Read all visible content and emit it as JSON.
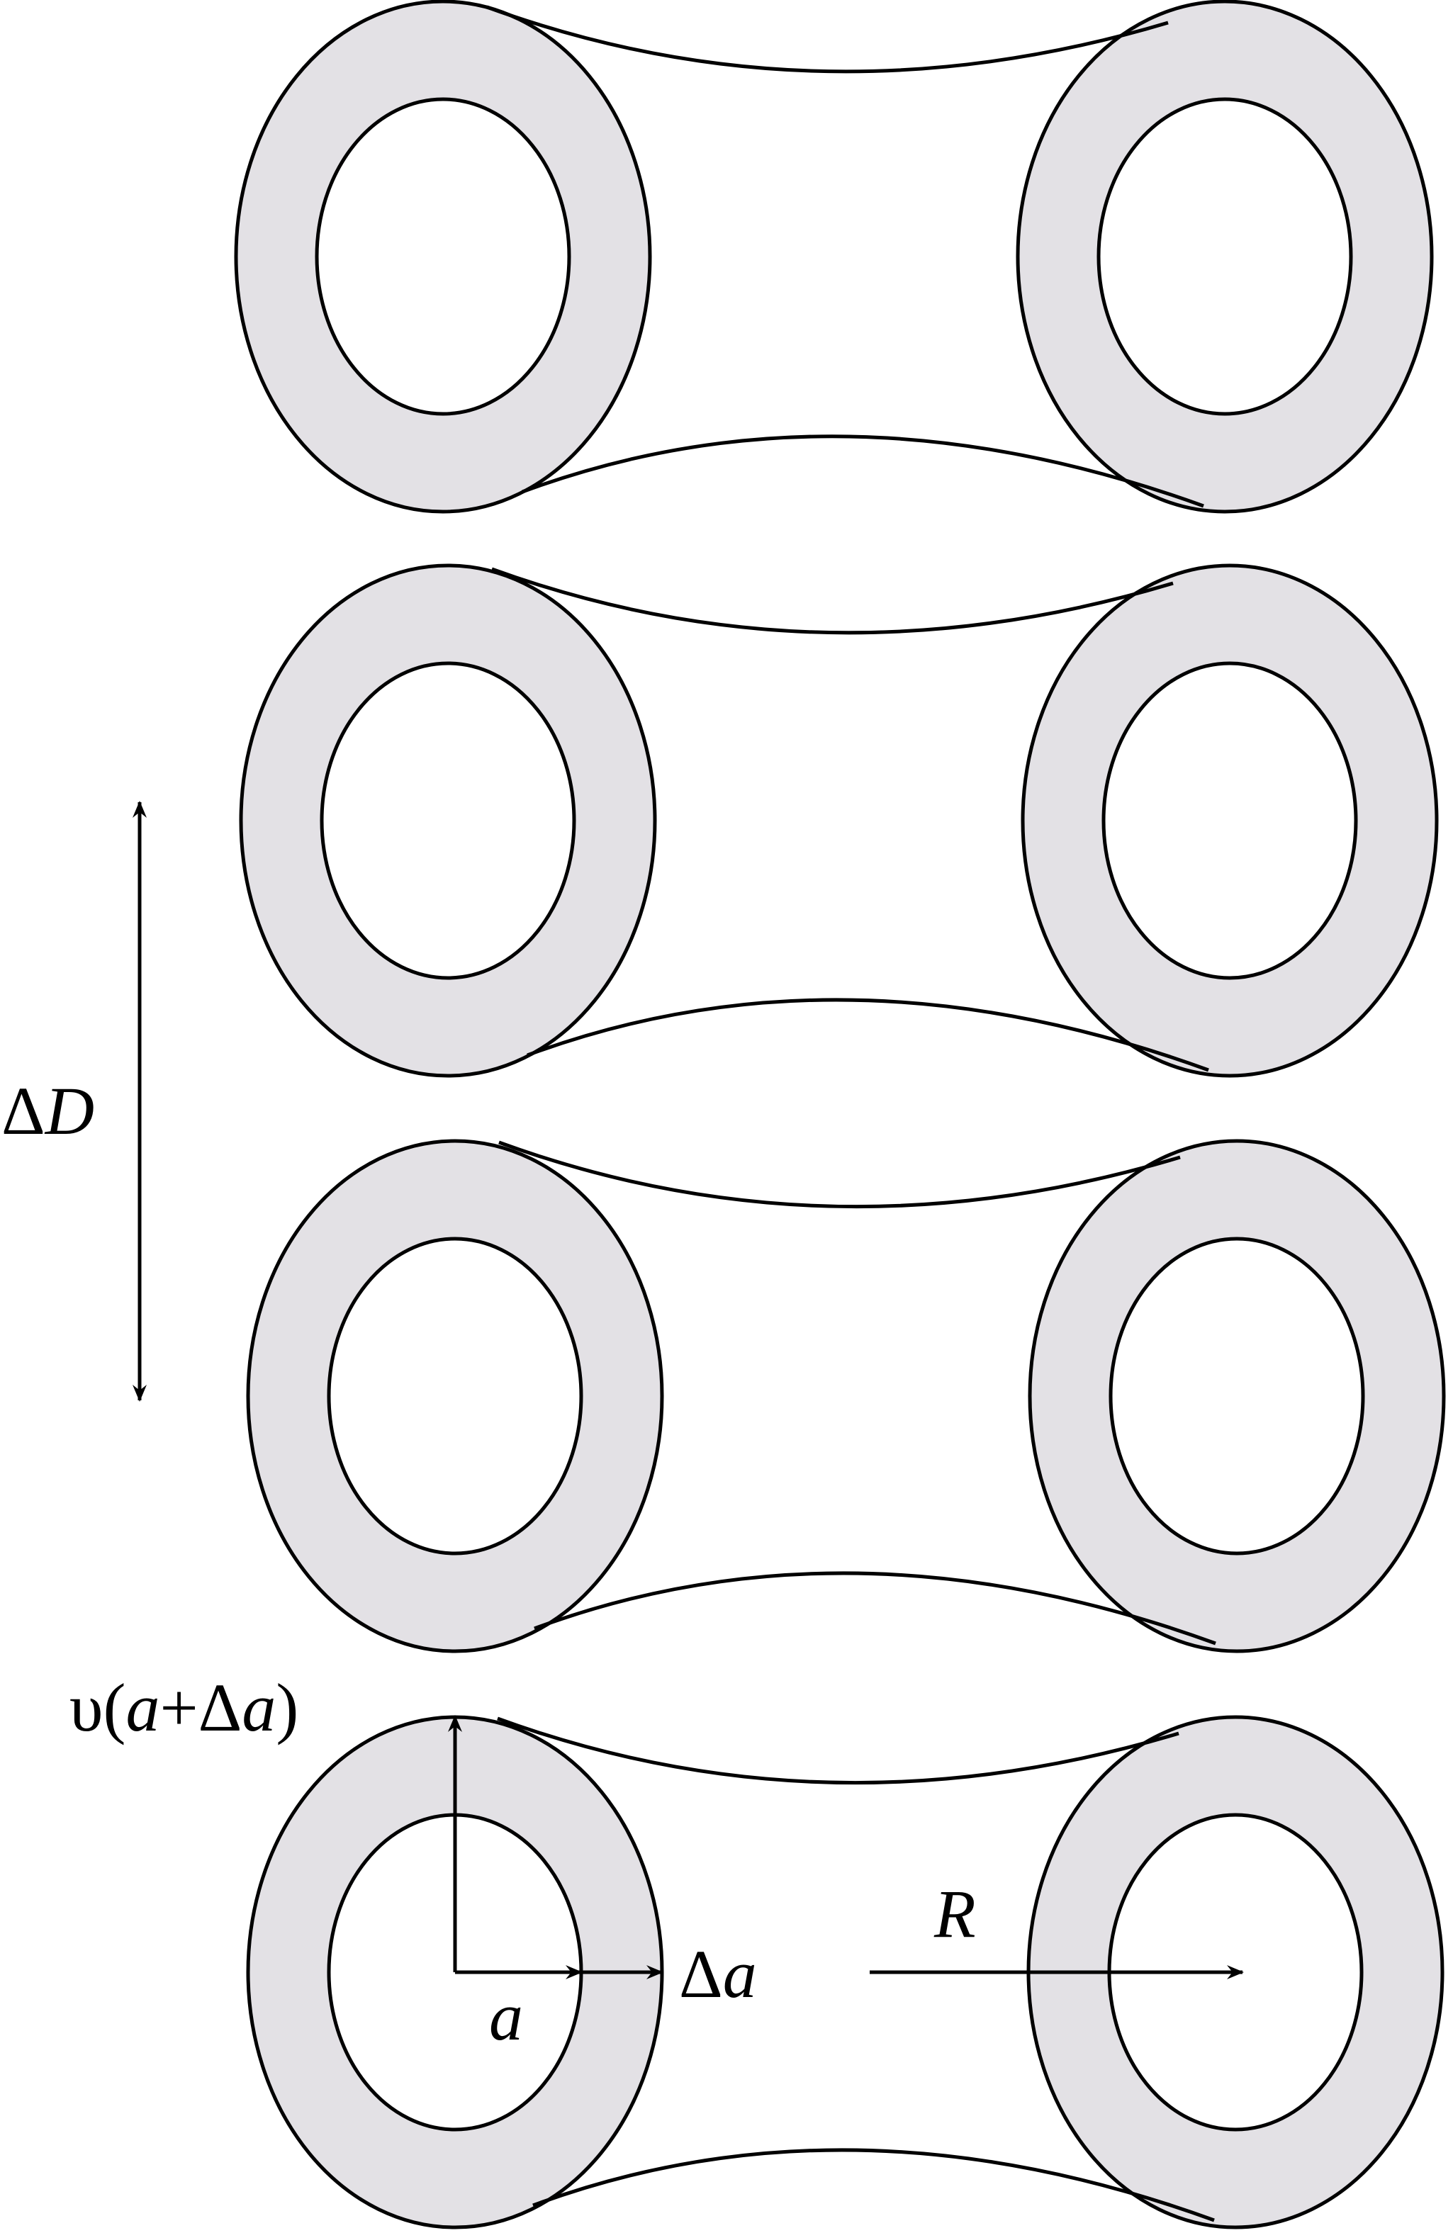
{
  "labels": {
    "delta_d": {
      "prefix": "Δ",
      "var": "D"
    },
    "upsilon": {
      "prefix": "υ(",
      "var1": "a",
      "mid": "+Δ",
      "var2": "a",
      "suffix": ")"
    },
    "delta_a": {
      "prefix": "Δ",
      "var": "a"
    },
    "a": "a",
    "R": "R"
  },
  "colors": {
    "ring_fill": "#e3e1e5",
    "stroke": "#000000",
    "background": "#ffffff"
  },
  "tori_count": 4
}
